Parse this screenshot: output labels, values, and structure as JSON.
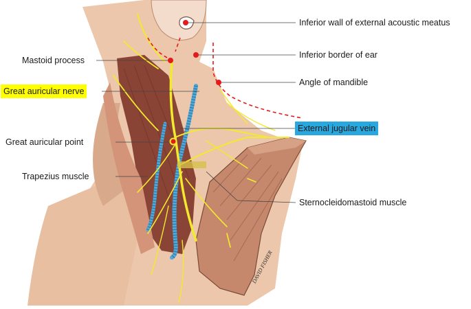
{
  "labels": {
    "inferior_wall": "Inferior wall of external acoustic meatus",
    "inferior_border_ear": "Inferior border of ear",
    "mastoid_process": "Mastoid process",
    "angle_of_mandible": "Angle of mandible",
    "great_auricular_nerve": "Great auricular nerve",
    "external_jugular_vein": "External jugular vein",
    "great_auricular_point": "Great auricular point",
    "trapezius_muscle": "Trapezius muscle",
    "sternocleidomastoid": "Sternocleidomastoid muscle"
  },
  "signature": "DAVID FISHER",
  "colors": {
    "nerve_highlight": "#ffff00",
    "vein_highlight": "#29a8e0",
    "marker": "#e31b1b",
    "skin": "#e9c2a6",
    "muscle": "#c9876d",
    "deep_muscle": "#7a3a2e",
    "nerve": "#f2ea2e",
    "vein": "#4fa8d8"
  }
}
